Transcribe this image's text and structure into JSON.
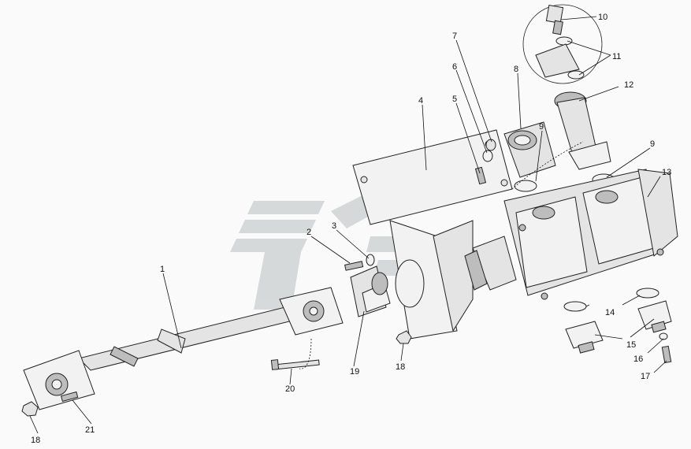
{
  "diagram": {
    "labels": [
      "1",
      "2",
      "3",
      "4",
      "5",
      "6",
      "7",
      "8",
      "9",
      "9",
      "10",
      "11",
      "12",
      "13",
      "14",
      "15",
      "16",
      "17",
      "18",
      "18",
      "19",
      "20",
      "21"
    ]
  }
}
